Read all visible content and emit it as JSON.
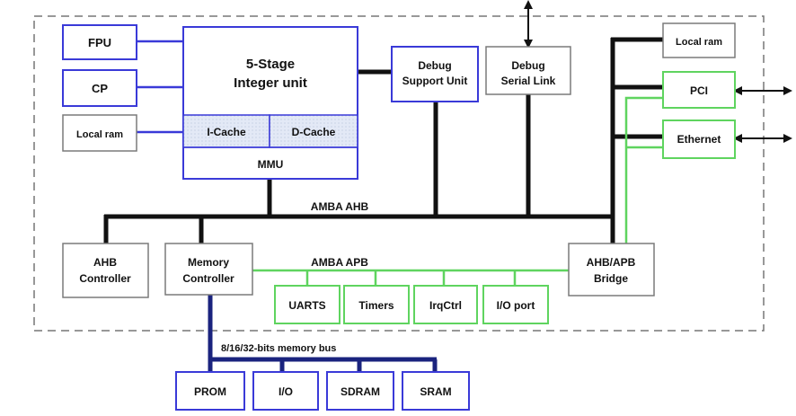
{
  "colors": {
    "border_blue": "#3a3ad8",
    "border_green": "#5fd45f",
    "border_gray": "#7a7a7a",
    "bus_black": "#111111",
    "bus_navy": "#1a237e",
    "cache_fill": "#dfe6f4",
    "dashed": "#777777"
  },
  "blocks": {
    "fpu": "FPU",
    "cp": "CP",
    "local_ram_left": "Local ram",
    "integer_unit_line1": "5-Stage",
    "integer_unit_line2": "Integer unit",
    "icache": "I-Cache",
    "dcache": "D-Cache",
    "mmu": "MMU",
    "debug_support_line1": "Debug",
    "debug_support_line2": "Support Unit",
    "debug_serial_line1": "Debug",
    "debug_serial_line2": "Serial Link",
    "local_ram_right": "Local ram",
    "pci": "PCI",
    "ethernet": "Ethernet",
    "ahb_controller_line1": "AHB",
    "ahb_controller_line2": "Controller",
    "memory_controller_line1": "Memory",
    "memory_controller_line2": "Controller",
    "uarts": "UARTS",
    "timers": "Timers",
    "irqctrl": "IrqCtrl",
    "io_port": "I/O port",
    "bridge_line1": "AHB/APB",
    "bridge_line2": "Bridge",
    "prom": "PROM",
    "io": "I/O",
    "sdram": "SDRAM",
    "sram": "SRAM"
  },
  "buses": {
    "ahb": "AMBA AHB",
    "apb": "AMBA APB",
    "memory_bus": "8/16/32-bits memory bus"
  }
}
